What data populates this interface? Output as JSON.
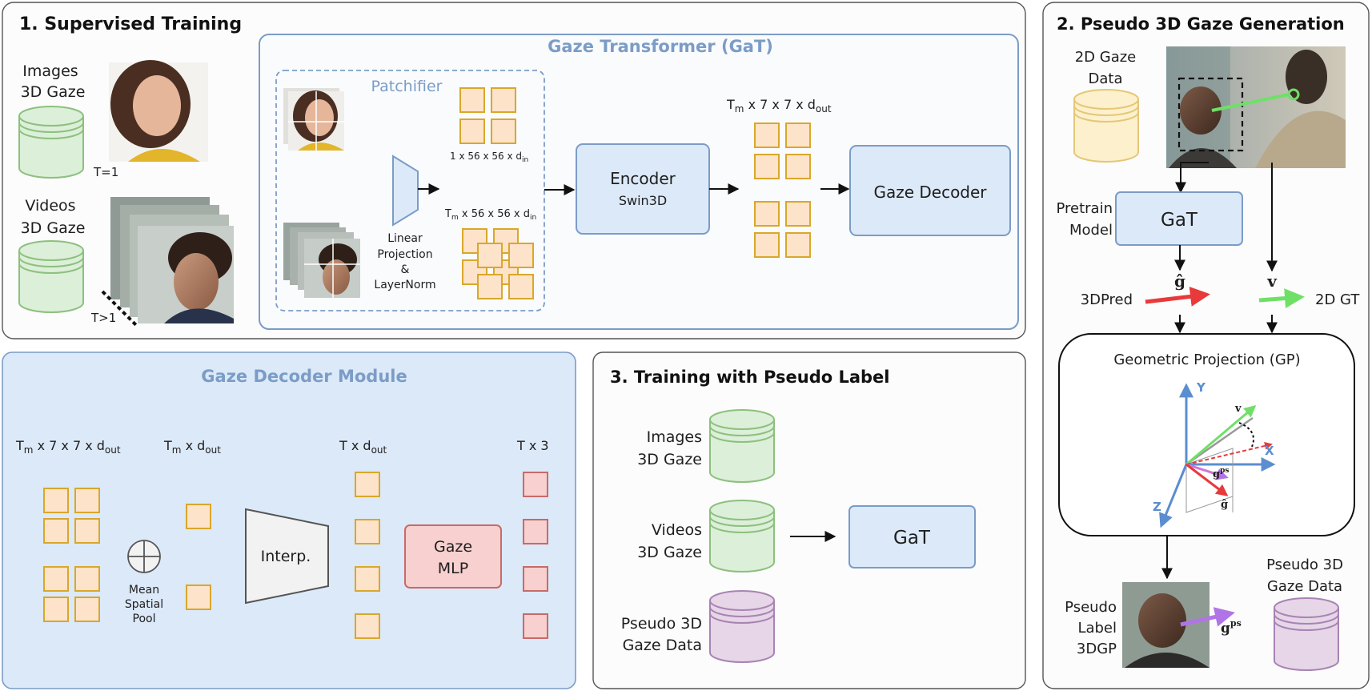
{
  "colors": {
    "panel_border": "#555555",
    "blue_fill": "#dce9f8",
    "blue_stroke": "#7b9cc6",
    "orange_fill": "#fde3c9",
    "orange_stroke": "#d9a72b",
    "red_fill": "#f7d0cf",
    "red_stroke": "#c76a6a",
    "green_fill": "#dcefd9",
    "green_stroke": "#8dc07e",
    "yellow_fill": "#fdf0cc",
    "yellow_stroke": "#e4c777",
    "purple_fill": "#e6d6e8",
    "purple_stroke": "#a884b3"
  },
  "supervised": {
    "title": "1. Supervised Training",
    "images_l1": "Images",
    "images_l2": "3D Gaze",
    "t1": "T=1",
    "videos_l1": "Videos",
    "videos_l2": "3D Gaze",
    "t_gt1": "T>1"
  },
  "gat": {
    "title": "Gaze Transformer (GaT)",
    "patchifier": "Patchifier",
    "proj_l1": "Linear",
    "proj_l2": "Projection",
    "proj_l3": "&",
    "proj_l4": "LayerNorm",
    "shape_img": "1 x 56 x 56 x d",
    "shape_img_sub": "in",
    "shape_vid_pre": "T",
    "shape_vid_pre_sub": "m",
    "shape_vid": " x 56 x 56 x d",
    "shape_vid_sub": "in",
    "encoder": "Encoder",
    "encoder_sub": "Swin3D",
    "out_pre": "T",
    "out_pre_sub": "m",
    "out_shape": " x 7 x 7 x d",
    "out_sub": "out",
    "decoder": "Gaze Decoder"
  },
  "decoder_module": {
    "title": "Gaze Decoder Module",
    "s1_pre": "T",
    "s1_pre_sub": "m",
    "s1": " x 7 x 7 x d",
    "s1_sub": "out",
    "s2_pre": "T",
    "s2_pre_sub": "m",
    "s2": " x d",
    "s2_sub": "out",
    "s3": "T x d",
    "s3_sub": "out",
    "s4": "T x 3",
    "pool_l1": "Mean",
    "pool_l2": "Spatial",
    "pool_l3": "Pool",
    "interp": "Interp.",
    "mlp_l1": "Gaze",
    "mlp_l2": "MLP"
  },
  "pseudo_training": {
    "title": "3. Training with Pseudo Label",
    "images_l1": "Images",
    "images_l2": "3D Gaze",
    "videos_l1": "Videos",
    "videos_l2": "3D Gaze",
    "pseudo_l1": "Pseudo 3D",
    "pseudo_l2": "Gaze Data",
    "gat": "GaT"
  },
  "pseudo_gen": {
    "title": "2. Pseudo 3D Gaze Generation",
    "data_l1": "2D Gaze",
    "data_l2": "Data",
    "pretrain_l1": "Pretrain",
    "pretrain_l2": "Model",
    "gat": "GaT",
    "g_hat": "ĝ",
    "v": "v",
    "pred": "3DPred",
    "gt": "2D GT",
    "gp_title": "Geometric Projection (GP)",
    "axis_y": "Y",
    "axis_x": "X",
    "axis_z": "Z",
    "gp_v": "v",
    "gp_gps": "g",
    "gp_gps_sup": "ps",
    "gp_ghat": "ĝ",
    "pl_l1": "Pseudo",
    "pl_l2": "Label",
    "pl_l3": "3DGP",
    "gps": "g",
    "gps_sup": "ps",
    "out_l1": "Pseudo 3D",
    "out_l2": "Gaze Data"
  }
}
